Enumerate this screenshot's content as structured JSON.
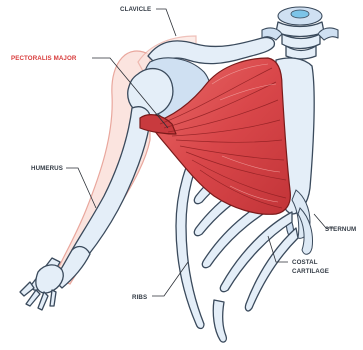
{
  "labels": {
    "clavicle": "CLAVICLE",
    "pectoralis_major": "PECTORALIS MAJOR",
    "humerus": "HUMERUS",
    "sternum": "STERNUM",
    "costal_cartilage_line1": "COSTAL",
    "costal_cartilage_line2": "CARTILAGE",
    "ribs": "RIBS"
  },
  "colors": {
    "label_text": "#333b45",
    "highlight_label": "#d83a3a",
    "muscle": "#d9474a",
    "bone": "#e4eef8",
    "skin": "#fbe4df"
  }
}
